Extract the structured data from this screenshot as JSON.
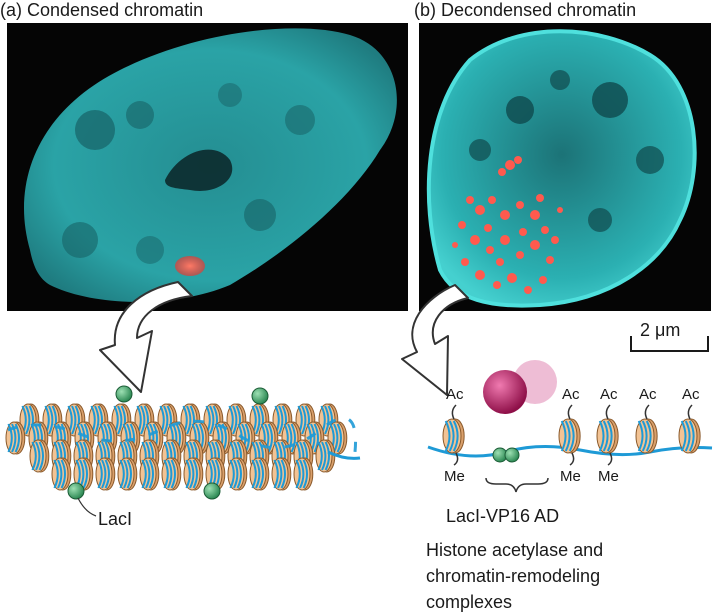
{
  "panel_a": {
    "label": "(a) Condensed chromatin",
    "protein_label": "LacI"
  },
  "panel_b": {
    "label": "(b) Decondensed chromatin",
    "scale_bar": "2 μm",
    "activator_label": "LacI-VP16 AD",
    "complex_caption": [
      "Histone acetylase and",
      "chromatin-remodeling",
      "complexes"
    ],
    "acetyl_mark": "Ac",
    "methyl_mark": "Me"
  },
  "colors": {
    "chromatin_fluorescence": "#2fb3b3",
    "lac_array": "#ff5a4e",
    "nucleosome": "#f2c394",
    "dna_strand": "#1e9ad6",
    "laci_protein": "#3a9a62",
    "remodeling_complex": "#b0185a"
  }
}
